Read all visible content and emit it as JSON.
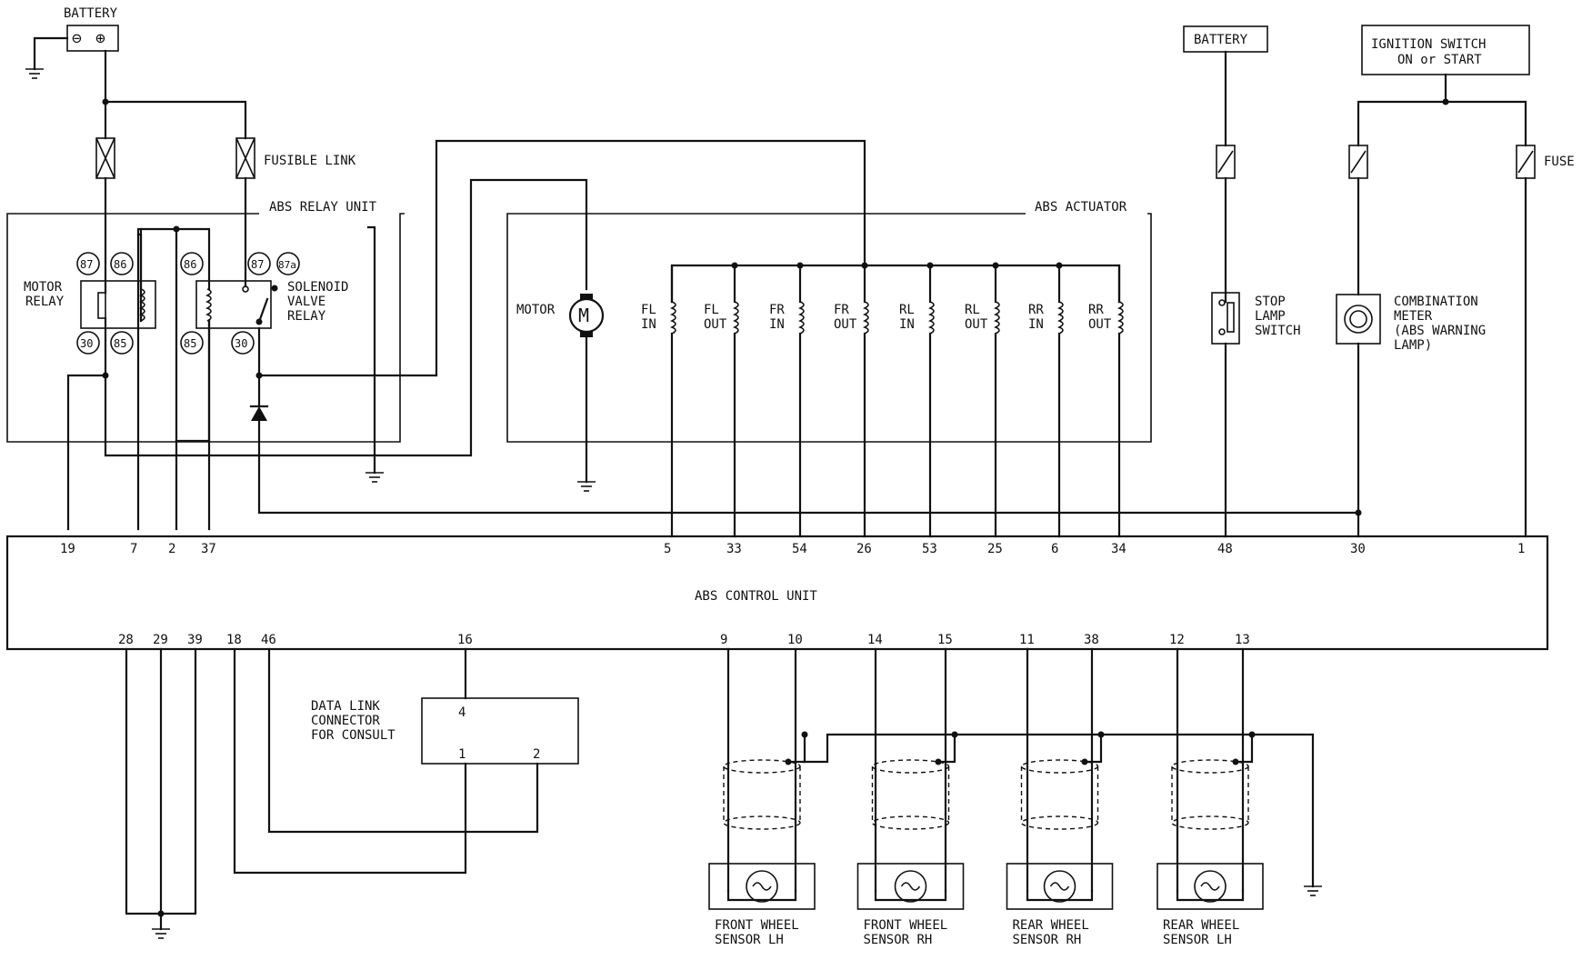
{
  "labels": {
    "battery_main": "BATTERY",
    "fusible_link": "FUSIBLE LINK",
    "abs_relay_unit": "ABS RELAY UNIT",
    "motor_relay_1": "MOTOR",
    "motor_relay_2": "RELAY",
    "solenoid_1": "SOLENOID",
    "solenoid_2": "VALVE",
    "solenoid_3": "RELAY",
    "abs_actuator": "ABS ACTUATOR",
    "motor": "MOTOR",
    "motor_symbol": "M",
    "battery_box": "BATTERY",
    "ignition_1": "IGNITION SWITCH",
    "ignition_2": "ON or START",
    "fuse": "FUSE",
    "stop_1": "STOP",
    "stop_2": "LAMP",
    "stop_3": "SWITCH",
    "comb_1": "COMBINATION",
    "comb_2": "METER",
    "comb_3": "(ABS WARNING",
    "comb_4": "LAMP)",
    "control_unit": "ABS CONTROL UNIT",
    "dlc_1": "DATA LINK",
    "dlc_2": "CONNECTOR",
    "dlc_3": "FOR CONSULT",
    "dlc_pin4": "4",
    "dlc_pin1": "1",
    "dlc_pin2": "2",
    "bat_minus": "⊖",
    "bat_plus": "⊕"
  },
  "relay_pins": [
    "87",
    "86",
    "86",
    "87",
    "87a",
    "30",
    "85",
    "85",
    "30"
  ],
  "actuator_coils": [
    {
      "l1": "FL",
      "l2": "IN"
    },
    {
      "l1": "FL",
      "l2": "OUT"
    },
    {
      "l1": "FR",
      "l2": "IN"
    },
    {
      "l1": "FR",
      "l2": "OUT"
    },
    {
      "l1": "RL",
      "l2": "IN"
    },
    {
      "l1": "RL",
      "l2": "OUT"
    },
    {
      "l1": "RR",
      "l2": "IN"
    },
    {
      "l1": "RR",
      "l2": "OUT"
    }
  ],
  "top_pins": [
    "19",
    "7",
    "2",
    "37",
    "5",
    "33",
    "54",
    "26",
    "53",
    "25",
    "6",
    "34",
    "48",
    "30",
    "1"
  ],
  "bottom_pins": [
    "28",
    "29",
    "39",
    "18",
    "46",
    "16",
    "9",
    "10",
    "14",
    "15",
    "11",
    "38",
    "12",
    "13"
  ],
  "sensors": [
    {
      "l1": "FRONT WHEEL",
      "l2": "SENSOR LH"
    },
    {
      "l1": "FRONT WHEEL",
      "l2": "SENSOR RH"
    },
    {
      "l1": "REAR WHEEL",
      "l2": "SENSOR RH"
    },
    {
      "l1": "REAR WHEEL",
      "l2": "SENSOR LH"
    }
  ]
}
